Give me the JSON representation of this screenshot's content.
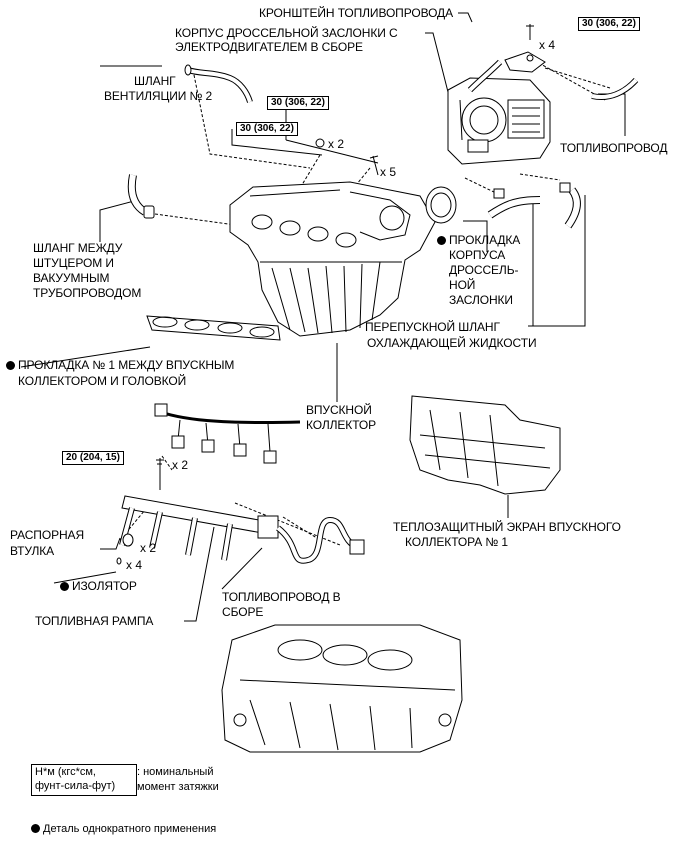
{
  "labels": {
    "fuel_pipe_bracket": "КРОНШТЕЙН ТОПЛИВОПРОВОДА",
    "throttle_body_1": "КОРПУС ДРОССЕЛЬНОЙ ЗАСЛОНКИ С",
    "throttle_body_2": "ЭЛЕКТРОДВИГАТЕЛЕМ В СБОРЕ",
    "vent_hose_1": "ШЛАНГ",
    "vent_hose_2": "ВЕНТИЛЯЦИИ № 2",
    "fuel_pipe": "ТОПЛИВОПРОВОД",
    "vacuum_hose_1": "ШЛАНГ МЕЖДУ",
    "vacuum_hose_2": "ШТУЦЕРОМ И",
    "vacuum_hose_3": "ВАКУУМНЫМ",
    "vacuum_hose_4": "ТРУБОПРОВОДОМ",
    "tb_gasket_1": "ПРОКЛАДКА",
    "tb_gasket_2": "КОРПУСА",
    "tb_gasket_3": "ДРОССЕЛЬ-",
    "tb_gasket_4": "НОЙ",
    "tb_gasket_5": "ЗАСЛОНКИ",
    "bypass_hose_1": "ПЕРЕПУСКНОЙ ШЛАНГ",
    "bypass_hose_2": "ОХЛАЖДАЮЩЕЙ ЖИДКОСТИ",
    "manifold_gasket_1": "ПРОКЛАДКА № 1 МЕЖДУ ВПУСКНЫМ",
    "manifold_gasket_2": "КОЛЛЕКТОРОМ И ГОЛОВКОЙ",
    "intake_manifold_1": "ВПУСКНОЙ",
    "intake_manifold_2": "КОЛЛЕКТОР",
    "spacer_1": "РАСПОРНАЯ",
    "spacer_2": "ВТУЛКА",
    "insulator": "ИЗОЛЯТОР",
    "fuel_rail": "ТОПЛИВНАЯ РАМПА",
    "fuel_pipe_assy_1": "ТОПЛИВОПРОВОД В",
    "fuel_pipe_assy_2": "СБОРЕ",
    "heat_shield_1": "ТЕПЛОЗАЩИТНЫЙ ЭКРАН ВПУСКНОГО",
    "heat_shield_2": "КОЛЛЕКТОРА № 1"
  },
  "torques": {
    "bracket": "30 (306, 22)",
    "manifold_bolt": "30 (306, 22)",
    "manifold_nut": "30 (306, 22)",
    "rail_bolt": "20 (204, 15)"
  },
  "multipliers": {
    "bracket_x4": "x 4",
    "nut_x2": "x 2",
    "bolt_x5": "x 5",
    "rail_x2": "x 2",
    "spacer_x2": "x 2",
    "insulator_x4": "x 4"
  },
  "legend": {
    "torque_box_1": "Н*м (кгс*см,",
    "torque_box_2": "фунт-сила-фут)",
    "torque_desc_1": ": номинальный",
    "torque_desc_2": "момент затяжки",
    "single_use": "Деталь однократного применения"
  }
}
